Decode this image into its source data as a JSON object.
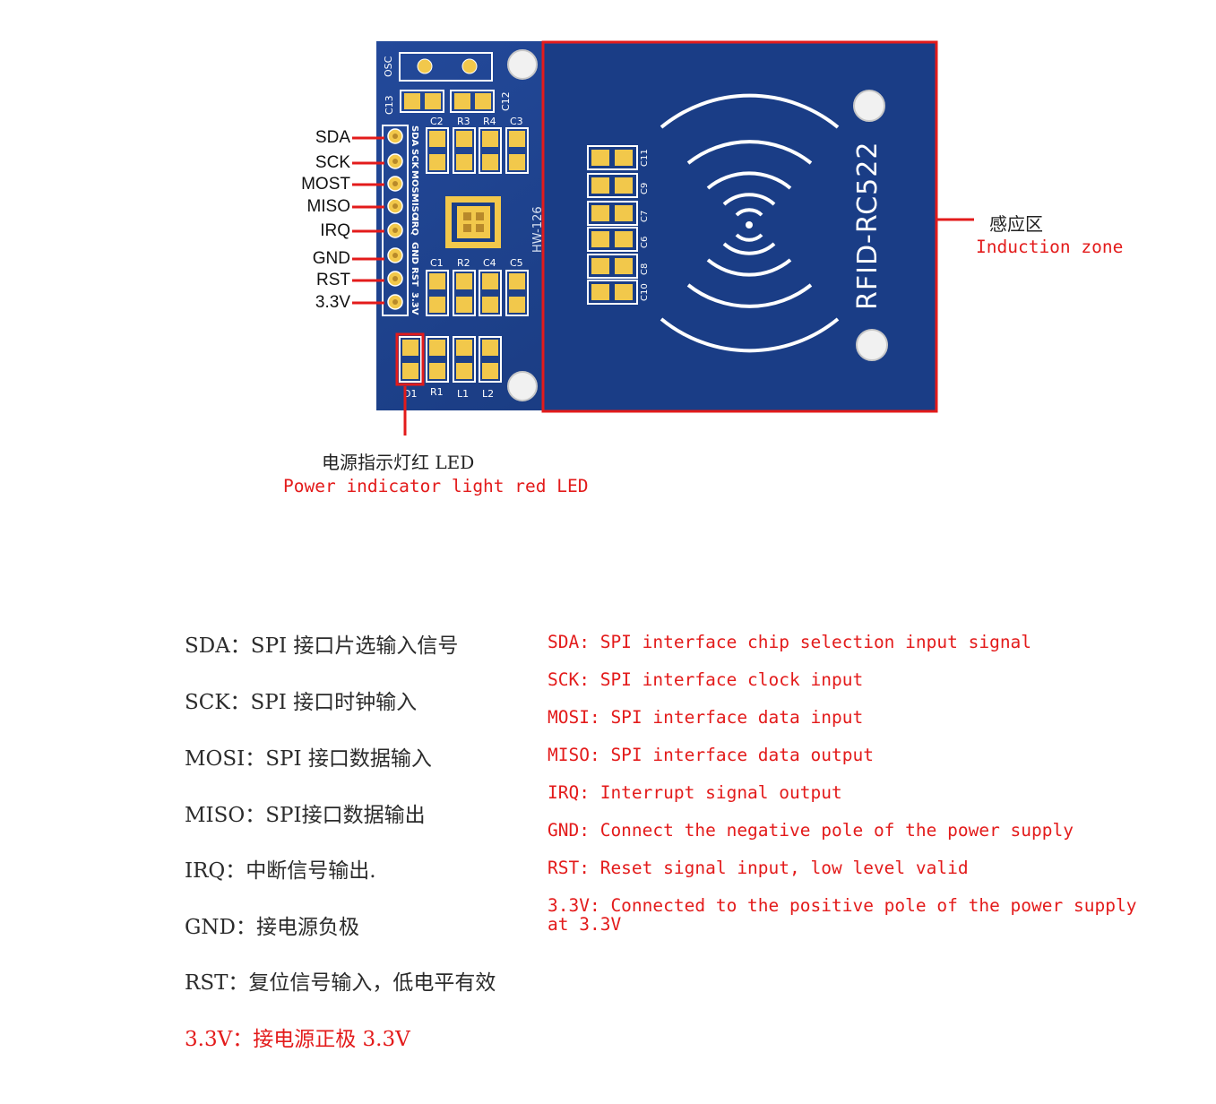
{
  "board": {
    "model": "RFID-RC522",
    "silk_id": "HW-126",
    "osc_label": "OSC",
    "cap_c13": "C13",
    "cap_c12": "C12",
    "top_parts": [
      "C2",
      "R3",
      "R4",
      "C3"
    ],
    "bottom_parts": [
      "C1",
      "R2",
      "C4",
      "C5"
    ],
    "right_caps": [
      "C11",
      "C9",
      "C7",
      "C6",
      "C8",
      "C10"
    ],
    "led_parts": [
      "D1",
      "R1",
      "L1",
      "L2"
    ],
    "pin_silk": [
      "SDA",
      "SCK",
      "MOSI",
      "MISO",
      "IRQ",
      "GND",
      "RST",
      "3.3V"
    ],
    "board_color": "#1b3f86",
    "pad_color": "#f2c84b"
  },
  "pins": [
    "SDA",
    "SCK",
    "MOST",
    "MISO",
    "IRQ",
    "GND",
    "RST",
    "3.3V"
  ],
  "callouts": {
    "induction_cn": "感应区",
    "induction_en": "Induction zone",
    "led_cn": "电源指示灯红 LED",
    "led_en": "Power indicator light red LED"
  },
  "descriptions_cn": [
    {
      "text": "SDA：SPI 接口片选输入信号",
      "color": "#2b2b2b"
    },
    {
      "text": "SCK：SPI 接口时钟输入",
      "color": "#2b2b2b"
    },
    {
      "text": "MOSI：SPI 接口数据输入",
      "color": "#2b2b2b"
    },
    {
      "text": "MISO：SPI接口数据输出",
      "color": "#2b2b2b"
    },
    {
      "text": "IRQ：中断信号输出.",
      "color": "#2b2b2b"
    },
    {
      "text": "GND：接电源负极",
      "color": "#2b2b2b"
    },
    {
      "text": "RST：复位信号输入，低电平有效",
      "color": "#2b2b2b"
    },
    {
      "text": "3.3V：接电源正极 3.3V",
      "color": "#e31b1b"
    }
  ],
  "descriptions_en": [
    "SDA: SPI interface chip selection input signal",
    "SCK: SPI interface clock input",
    "MOSI: SPI interface data input",
    "MISO: SPI interface data output",
    "IRQ: Interrupt signal output",
    "GND: Connect the negative pole of the power supply",
    "RST: Reset signal input, low level valid",
    "3.3V: Connected to the positive pole of the power supply",
    "at 3.3V"
  ],
  "colors": {
    "accent_red": "#e31b1b",
    "text": "#2b2b2b"
  }
}
